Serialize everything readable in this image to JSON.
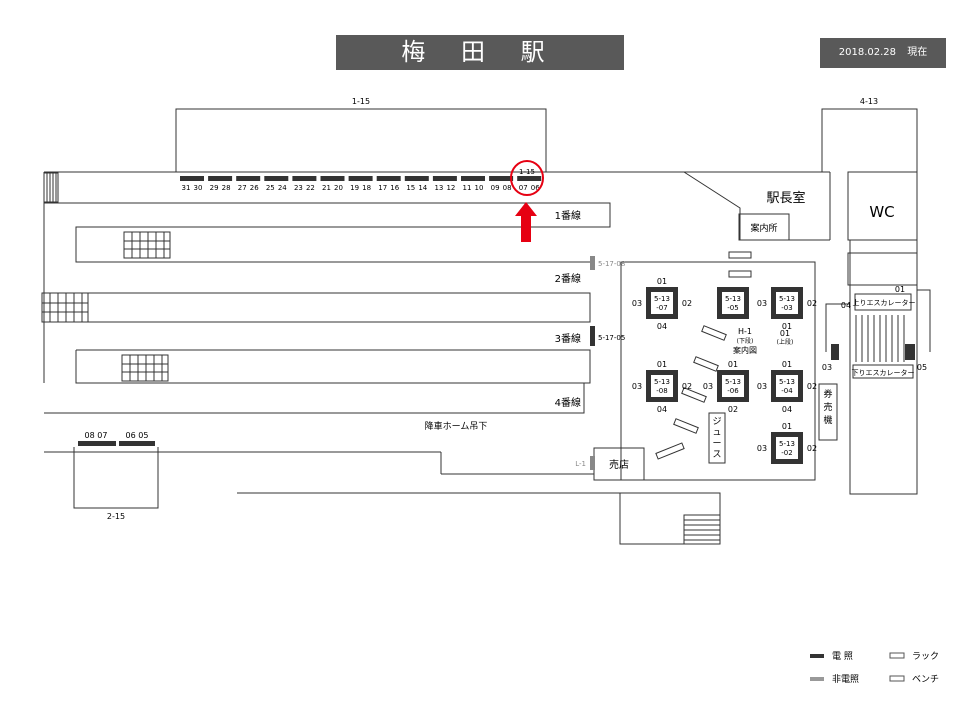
{
  "title": "梅 田 駅",
  "date": "2018.02.28",
  "date_suffix": "現在",
  "top_panel_label": "1-15",
  "left_panel_label": "2-15",
  "right_panel_label": "4-13",
  "top_row_numbers": [
    "31",
    "30",
    "29",
    "28",
    "27",
    "26",
    "25",
    "24",
    "23",
    "22",
    "21",
    "20",
    "19",
    "18",
    "17",
    "16",
    "15",
    "14",
    "13",
    "12",
    "11",
    "10",
    "09",
    "08",
    "07",
    "06"
  ],
  "highlight_label": "1-15",
  "left_row_numbers": [
    "08",
    "07",
    "06",
    "05"
  ],
  "platforms": [
    "1番線",
    "2番線",
    "3番線",
    "4番線"
  ],
  "pillar_labels": [
    "5-17-08",
    "5-17-05"
  ],
  "descent_label": "降車ホーム吊下",
  "rooms": {
    "station_master": "駅長室",
    "wc": "WC",
    "info": "案内所",
    "shop": "売店",
    "ticket": "券売機",
    "juice": "ジュース"
  },
  "pillars": [
    {
      "id": "5-13-07",
      "top": "01",
      "left": "03",
      "right": "02",
      "bottom": "04"
    },
    {
      "id": "5-13-05",
      "top": "",
      "left": "",
      "right": "",
      "bottom": ""
    },
    {
      "id": "5-13-03",
      "top": "",
      "left": "03",
      "right": "02",
      "bottom": "01"
    },
    {
      "id": "5-13-08",
      "top": "01",
      "left": "03",
      "right": "02",
      "bottom": "04"
    },
    {
      "id": "5-13-06",
      "top": "01",
      "left": "03",
      "right": "",
      "bottom": "02"
    },
    {
      "id": "5-13-04",
      "top": "01",
      "left": "03",
      "right": "02",
      "bottom": "04"
    },
    {
      "id": "5-13-02",
      "top": "01",
      "left": "03",
      "right": "02",
      "bottom": ""
    }
  ],
  "guide_map": {
    "id": "H-1",
    "lower": "(下段)",
    "upper": "(上段)",
    "name": "案内図"
  },
  "l1_label": "L-1",
  "escalators": {
    "up": "上りエスカレーター",
    "down": "下りエスカレーター",
    "n01": "01",
    "n04": "04",
    "n03": "03",
    "n05": "05"
  },
  "legend": [
    {
      "label": "電 照",
      "style": "lit"
    },
    {
      "label": "非電照",
      "style": "unlit"
    },
    {
      "label": "ラック",
      "style": "rack"
    },
    {
      "label": "ベンチ",
      "style": "bench"
    }
  ],
  "colors": {
    "header_bg": "#595959",
    "ad_lit": "#333333",
    "highlight": "#e60012"
  }
}
